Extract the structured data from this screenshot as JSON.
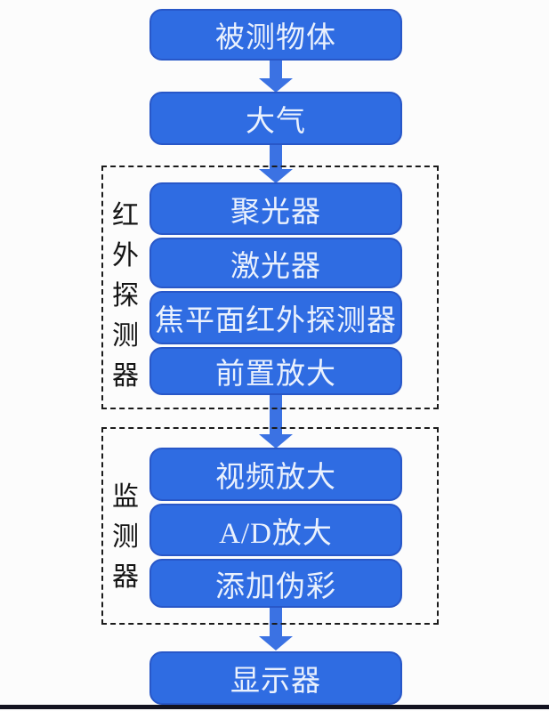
{
  "colors": {
    "background": "#fcfcfc",
    "node_fill": "#2f6ce2",
    "node_border": "#2857c8",
    "node_text": "#eaf1fd",
    "arrow": "#3b72e3",
    "group_border": "#1b1b1b",
    "group_label_text": "#141414",
    "bottom_bar": "#131320"
  },
  "flow": {
    "nodes": [
      {
        "id": "measured-object",
        "label": "被测物体"
      },
      {
        "id": "atmosphere",
        "label": "大气"
      },
      {
        "id": "condenser",
        "label": "聚光器"
      },
      {
        "id": "laser",
        "label": "激光器"
      },
      {
        "id": "focal-plane-infrared-detector",
        "label": "焦平面红外探测器"
      },
      {
        "id": "preamplifier",
        "label": "前置放大"
      },
      {
        "id": "video-amplifier",
        "label": "视频放大"
      },
      {
        "id": "ad-amplifier",
        "label": "A/D放大"
      },
      {
        "id": "pseudo-color",
        "label": "添加伪彩"
      },
      {
        "id": "display",
        "label": "显示器"
      }
    ],
    "groups": [
      {
        "id": "infrared-detector",
        "label": "红外探测器",
        "members": [
          "聚光器",
          "激光器",
          "焦平面红外探测器",
          "前置放大"
        ]
      },
      {
        "id": "monitor",
        "label": "监测器",
        "members": [
          "视频放大",
          "A/D放大",
          "添加伪彩"
        ]
      }
    ],
    "edges": [
      {
        "from": "被测物体",
        "to": "大气"
      },
      {
        "from": "大气",
        "to": "聚光器"
      },
      {
        "from": "前置放大",
        "to": "视频放大"
      },
      {
        "from": "添加伪彩",
        "to": "显示器"
      }
    ]
  }
}
